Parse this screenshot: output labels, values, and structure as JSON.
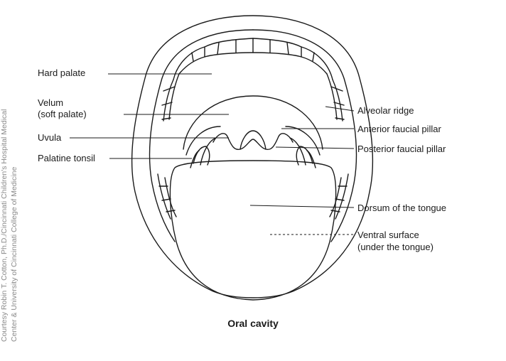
{
  "colors": {
    "ink": "#1a1a1a",
    "credit": "#8a8a8a",
    "background": "#ffffff"
  },
  "labels": {
    "hard_palate": "Hard palate",
    "velum_line1": "Velum",
    "velum_line2": "(soft palate)",
    "uvula": "Uvula",
    "palatine_tonsil": "Palatine tonsil",
    "alveolar_ridge": "Alveolar ridge",
    "anterior_faucial_pillar": "Anterior faucial pillar",
    "posterior_faucial_pillar": "Posterior faucial pillar",
    "dorsum": "Dorsum of the tongue",
    "ventral_line1": "Ventral surface",
    "ventral_line2": "(under the tongue)"
  },
  "caption": "Oral cavity",
  "credit": {
    "line1": "Courtesy Robin T. Cotton, Ph.D./Cincinnati Children's Hospital Medical",
    "line2": "Center & University of Cincinnati College of Medicine"
  }
}
